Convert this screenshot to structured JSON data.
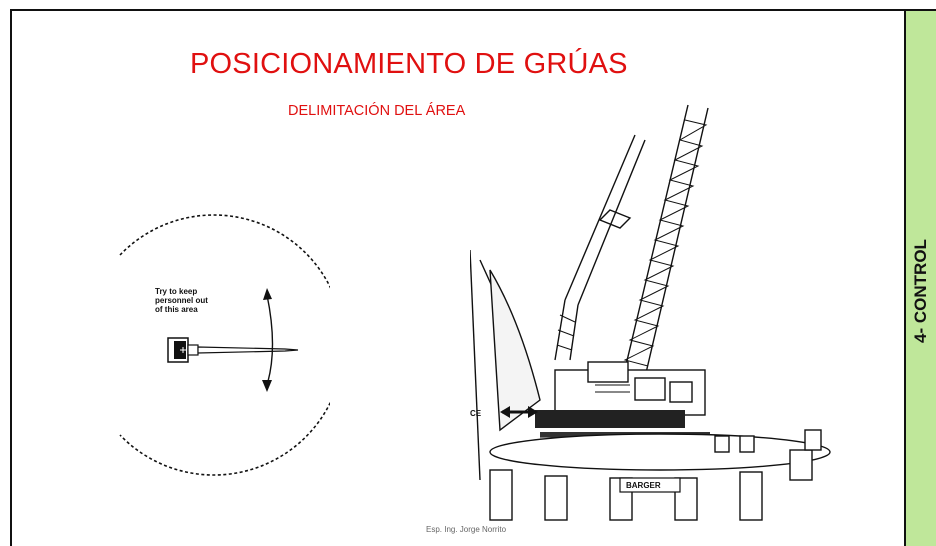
{
  "title": "POSICIONAMIENTO DE GRÚAS",
  "subtitle": "DELIMITACIÓN DEL ÁREA",
  "side_label": "4- CONTROL",
  "diagram": {
    "line1": "Try to keep",
    "line2": "personnel out",
    "line3": "of this area"
  },
  "crane_label": "BARGER",
  "crane_side_text": "CE",
  "footer": "Esp. Ing. Jorge Norrito",
  "colors": {
    "title": "#e01010",
    "band": "#bfe79a"
  }
}
